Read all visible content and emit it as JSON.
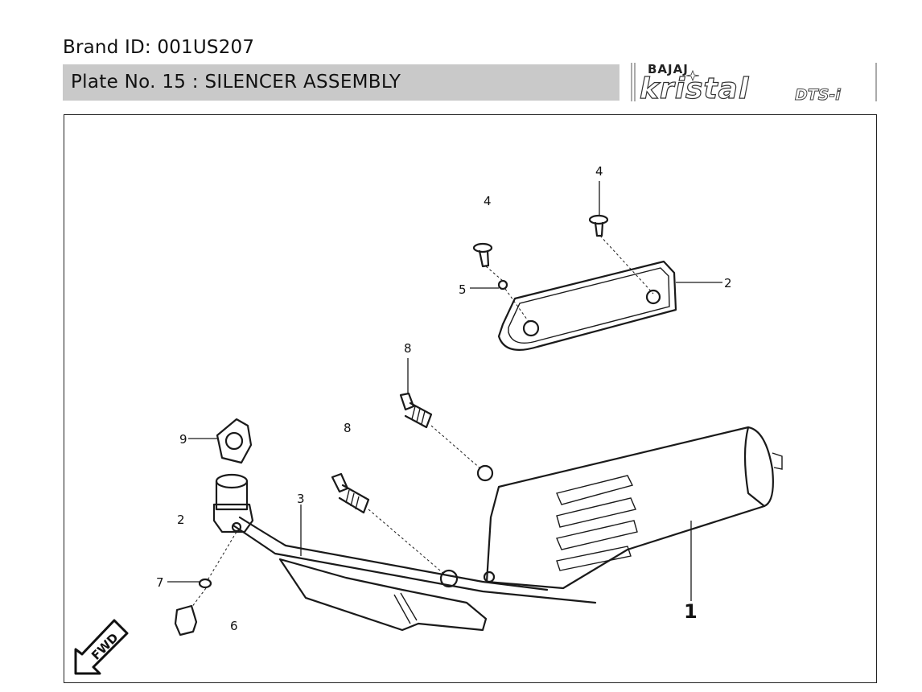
{
  "header": {
    "brand_id": "Brand ID: 001US207",
    "plate_title": "Plate No. 15  : SILENCER ASSEMBLY"
  },
  "logo": {
    "maker": "BAJAJ",
    "model": "kristal",
    "variant": "DTS-i"
  },
  "diagram": {
    "callouts": {
      "c1": "1",
      "c2_heat_shield": "2",
      "c2_left": "2",
      "c3": "3",
      "c4_top": "4",
      "c4_left": "4",
      "c5": "5",
      "c6": "6",
      "c7": "7",
      "c8_top": "8",
      "c8_left": "8",
      "c9": "9"
    },
    "direction_arrow": "FWD"
  }
}
